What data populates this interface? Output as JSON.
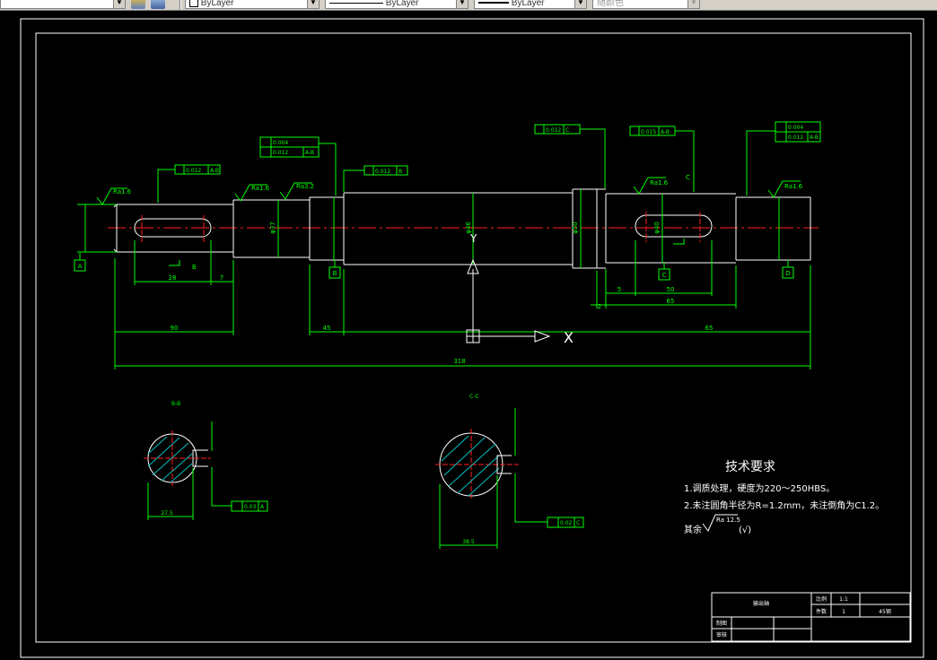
{
  "toolbar": {
    "layer_combo_value": "ByLayer",
    "linetype_combo_value": "ByLayer",
    "lineweight_combo_value": "ByLayer",
    "plotstyle_combo_value": "随颜色"
  },
  "drawing": {
    "tech_title": "技术要求",
    "tech_req_1": "1.调质处理，硬度为220～250HBS。",
    "tech_req_2": "2.未注圆角半径为R=1.2mm，未注倒角为C1.2。",
    "tech_req_3_prefix": "其余",
    "tech_req_3_ra": "Ra 12.5",
    "tech_req_3_paren": "(√)",
    "section_b_label": "B-B",
    "section_c_label": "C-C",
    "sec_b_tol": "0.03",
    "sec_b_datum": "A",
    "sec_c_tol": "0.02",
    "sec_c_datum": "C",
    "sec_b_width": "27.5",
    "sec_c_width": "38.5",
    "dim_overall": "318",
    "dim_left_seg": "90",
    "dim_mid_seg": "45",
    "dim_right_seg": "65",
    "dim_key_left": "28",
    "dim_key_left_off": "7",
    "dim_key_right": "50",
    "dim_key_right_off": "5",
    "dim_key_right_total": "65",
    "dim_shoulder": "2",
    "dim_d37": "φ37",
    "dim_d46": "φ46",
    "dim_d50": "φ50",
    "dim_d40": "φ40",
    "ra_values": [
      "Ra1.6",
      "Ra1.6",
      "Ra3.2",
      "Ra1.6",
      "Ra1.6"
    ],
    "gdt_runout_left": "0.012",
    "gdt_runout_left_datum": "A-B",
    "gdt_cyl_1": "0.004",
    "gdt_runout_2": "0.012",
    "gdt_runout_2_datum": "A-B",
    "gdt_runout_3": "0.012",
    "gdt_runout_3_datum": "B",
    "gdt_runout_4": "0.012",
    "gdt_runout_4_datum": "C",
    "gdt_runout_5": "0.015",
    "gdt_runout_5_datum": "A-B",
    "gdt_cyl_6": "0.004",
    "gdt_runout_6": "0.012",
    "gdt_runout_6_datum": "A-B",
    "datum_a": "A",
    "datum_b": "B",
    "datum_c": "C",
    "datum_d": "D",
    "section_mark_b": "B",
    "section_mark_c": "C",
    "ucs_x": "X",
    "ucs_y": "Y",
    "title_block": {
      "part_name": "输出轴",
      "scale_label": "比例",
      "scale_value": "1:1",
      "qty_label": "件数",
      "qty_value": "1",
      "material_value": "45钢",
      "drawn_label": "制图",
      "checked_label": "审核"
    }
  }
}
